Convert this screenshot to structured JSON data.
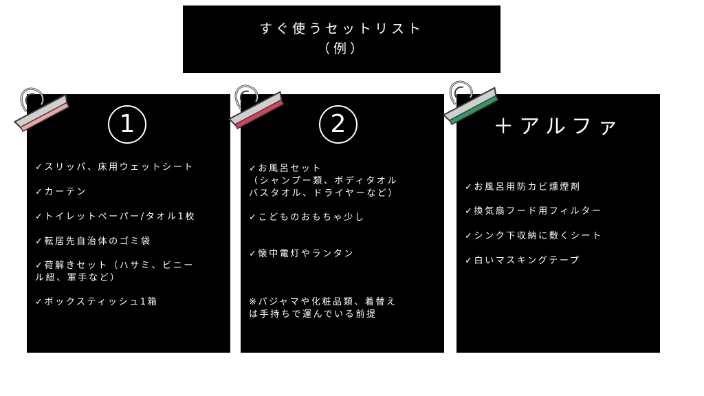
{
  "title": {
    "line1": "すぐ使うセットリスト",
    "line2": "（例）"
  },
  "cards": [
    {
      "heading": "①",
      "clip_color": "#f0a3a8",
      "items": [
        [
          "✓スリッパ、床用ウェットシート"
        ],
        [
          "✓カーテン"
        ],
        [
          "✓トイレットペーパー/タオル1枚"
        ],
        [
          "✓転居先自治体のゴミ袋"
        ],
        [
          "✓荷解きセット（ハサミ、ビニー",
          "ル紐、軍手など）"
        ],
        [
          "✓ボックスティッシュ1箱"
        ]
      ]
    },
    {
      "heading": "②",
      "clip_color": "#d9415f",
      "items": [
        [
          "✓お風呂セット",
          "（シャンプー類、ボディタオル",
          "バスタオル、ドライヤーなど）"
        ],
        [
          "✓こどものおもちゃ少し"
        ],
        [
          "✓懐中電灯やランタン"
        ],
        [
          "※パジャマや化粧品類、着替え",
          "は手持ちで運んでいる前提"
        ]
      ]
    },
    {
      "heading": "＋アルファ",
      "clip_color": "#2f9a63",
      "items": [
        [
          "✓お風呂用防カビ燻煙剤"
        ],
        [
          "✓換気扇フード用フィルター"
        ],
        [
          "✓シンク下収納に敷くシート"
        ],
        [
          "✓白いマスキングテープ"
        ]
      ]
    }
  ]
}
